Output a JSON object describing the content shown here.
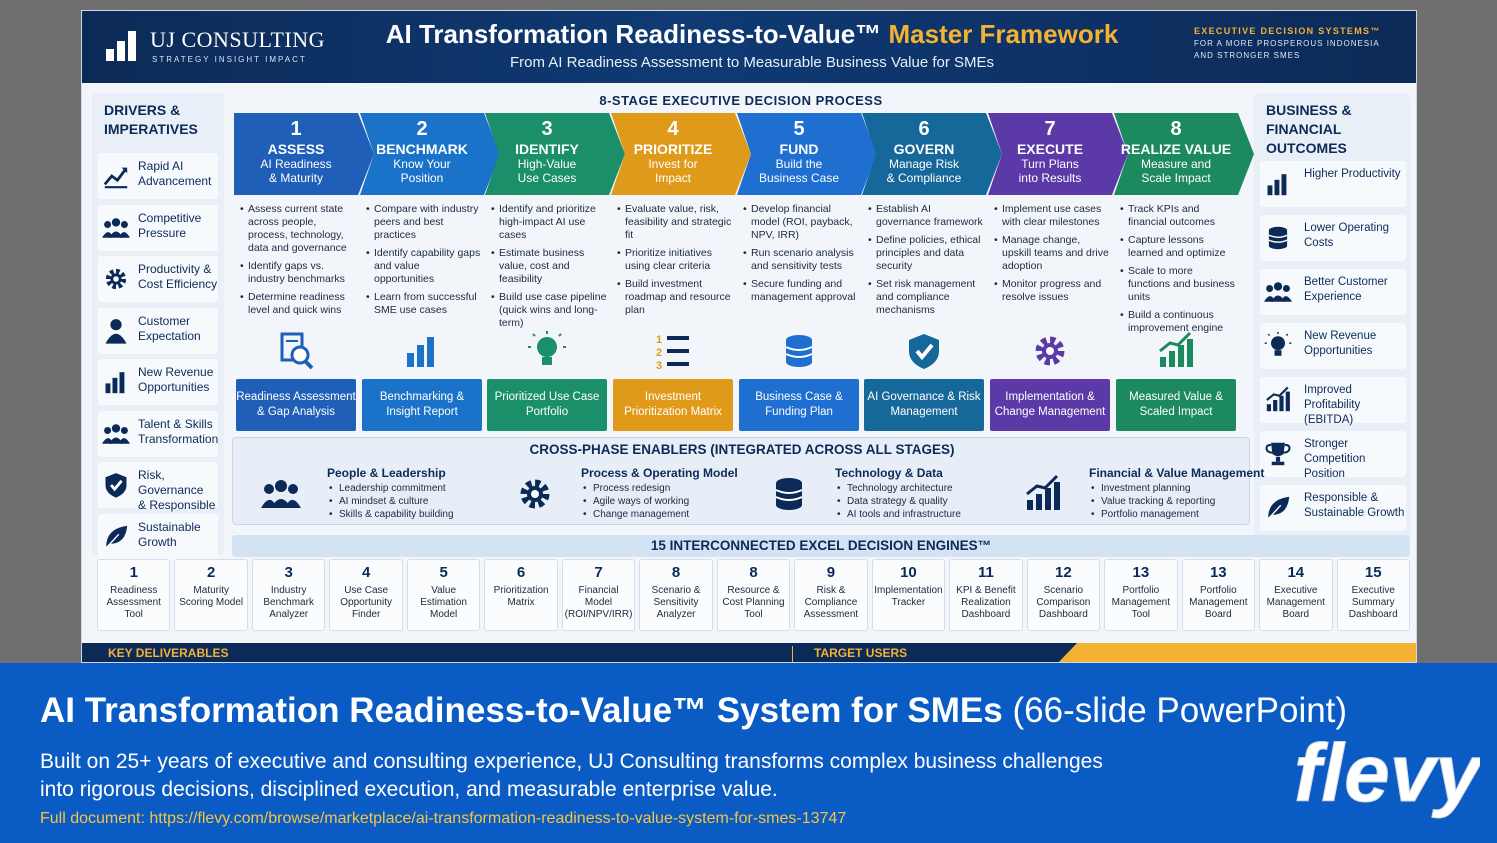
{
  "header": {
    "logo_name": "UJ CONSULTING",
    "logo_tagline": "STRATEGY   INSIGHT   IMPACT",
    "title_main": "AI Transformation Readiness-to-Value™",
    "title_accent": "Master Framework",
    "subtitle": "From AI Readiness Assessment to Measurable Business Value for SMEs",
    "right_line1": "EXECUTIVE DECISION SYSTEMS™",
    "right_line2": "FOR A MORE PROSPEROUS INDONESIA",
    "right_line3": "AND STRONGER SMES"
  },
  "drivers": {
    "title_line1": "DRIVERS &",
    "title_line2": "IMPERATIVES",
    "items": [
      {
        "l1": "Rapid AI",
        "l2": "Advancement",
        "icon": "trend-up-icon"
      },
      {
        "l1": "Competitive",
        "l2": "Pressure",
        "icon": "people-icon"
      },
      {
        "l1": "Productivity &",
        "l2": "Cost Efficiency",
        "icon": "gear-icon"
      },
      {
        "l1": "Customer",
        "l2": "Expectation",
        "icon": "person-icon"
      },
      {
        "l1": "New Revenue",
        "l2": "Opportunities",
        "icon": "bar-chart-icon"
      },
      {
        "l1": "Talent & Skills",
        "l2": "Transformation",
        "icon": "team-icon"
      },
      {
        "l1": "Risk, Governance",
        "l2": "& Responsible AI",
        "icon": "shield-icon"
      },
      {
        "l1": "Sustainable",
        "l2": "Growth",
        "icon": "leaf-icon"
      }
    ]
  },
  "outcomes": {
    "title_line1": "BUSINESS &",
    "title_line2": "FINANCIAL OUTCOMES",
    "items": [
      {
        "l1": "Higher Productivity",
        "l2": "",
        "icon": "bar-chart-icon"
      },
      {
        "l1": "Lower Operating Costs",
        "l2": "",
        "icon": "coins-icon"
      },
      {
        "l1": "Better Customer",
        "l2": "Experience",
        "icon": "team-icon"
      },
      {
        "l1": "New Revenue",
        "l2": "Opportunities",
        "icon": "lightbulb-icon"
      },
      {
        "l1": "Improved Profitability",
        "l2": "(EBITDA)",
        "icon": "growth-chart-icon"
      },
      {
        "l1": "Stronger Competition",
        "l2": "Position",
        "icon": "trophy-icon"
      },
      {
        "l1": "Responsible &",
        "l2": "Sustainable Growth",
        "icon": "leaf-icon"
      }
    ]
  },
  "process": {
    "title": "8-STAGE EXECUTIVE DECISION PROCESS",
    "stages": [
      {
        "num": "1",
        "name": "ASSESS",
        "d1": "AI Readiness",
        "d2": "& Maturity",
        "color": "#1f5fb8",
        "bullets": [
          "Assess current state across people, process, technology, data and governance",
          "Identify gaps vs. industry benchmarks",
          "Determine readiness level and quick wins"
        ],
        "icon": "magnifier-report-icon",
        "deliverable": "Readiness Assessment & Gap Analysis"
      },
      {
        "num": "2",
        "name": "BENCHMARK",
        "d1": "Know Your",
        "d2": "Position",
        "color": "#1a73c9",
        "bullets": [
          "Compare with industry peers and best practices",
          "Identify capability gaps and value opportunities",
          "Learn from successful SME use cases"
        ],
        "icon": "bar-chart-icon",
        "deliverable": "Benchmarking & Insight Report"
      },
      {
        "num": "3",
        "name": "IDENTIFY",
        "d1": "High-Value",
        "d2": "Use Cases",
        "color": "#1a8f6a",
        "bullets": [
          "Identify and prioritize high-impact AI use cases",
          "Estimate business value, cost and feasibility",
          "Build use case pipeline (quick wins and long-term)"
        ],
        "icon": "lightbulb-icon",
        "deliverable": "Prioritized Use Case Portfolio"
      },
      {
        "num": "4",
        "name": "PRIORITIZE",
        "d1": "Invest for",
        "d2": "Impact",
        "color": "#e09a1a",
        "bullets": [
          "Evaluate value, risk, feasibility and strategic fit",
          "Prioritize initiatives using clear criteria",
          "Build investment roadmap and resource plan"
        ],
        "icon": "numbered-list-icon",
        "deliverable": "Investment Prioritization Matrix"
      },
      {
        "num": "5",
        "name": "FUND",
        "d1": "Build the",
        "d2": "Business Case",
        "color": "#1f6fd1",
        "bullets": [
          "Develop financial model (ROI, payback, NPV, IRR)",
          "Run scenario analysis and sensitivity tests",
          "Secure funding and management approval"
        ],
        "icon": "coins-icon",
        "deliverable": "Business Case & Funding Plan"
      },
      {
        "num": "6",
        "name": "GOVERN",
        "d1": "Manage Risk",
        "d2": "& Compliance",
        "color": "#17689a",
        "bullets": [
          "Establish AI governance framework",
          "Define policies, ethical principles and data security",
          "Set risk management and compliance mechanisms"
        ],
        "icon": "shield-check-icon",
        "deliverable": "AI Governance & Risk Management"
      },
      {
        "num": "7",
        "name": "EXECUTE",
        "d1": "Turn Plans",
        "d2": "into Results",
        "color": "#5b3aa8",
        "bullets": [
          "Implement use cases with clear milestones",
          "Manage change, upskill teams and drive adoption",
          "Monitor progress and resolve issues"
        ],
        "icon": "gear-icon",
        "deliverable": "Implementation & Change Management"
      },
      {
        "num": "8",
        "name": "REALIZE VALUE",
        "d1": "Measure and",
        "d2": "Scale Impact",
        "color": "#1c8a5e",
        "bullets": [
          "Track KPIs and financial outcomes",
          "Capture lessons learned and optimize",
          "Scale to more functions and business units",
          "Build a continuous improvement engine"
        ],
        "icon": "growth-chart-icon",
        "deliverable": "Measured Value & Scaled Impact"
      }
    ]
  },
  "enablers": {
    "title": "CROSS-PHASE ENABLERS (INTEGRATED ACROSS ALL STAGES)",
    "items": [
      {
        "head": "People & Leadership",
        "icon": "team-icon",
        "list": [
          "Leadership commitment",
          "AI mindset & culture",
          "Skills & capability building"
        ]
      },
      {
        "head": "Process & Operating Model",
        "icon": "gears-icon",
        "list": [
          "Process redesign",
          "Agile ways of working",
          "Change management"
        ]
      },
      {
        "head": "Technology & Data",
        "icon": "database-icon",
        "list": [
          "Technology architecture",
          "Data strategy & quality",
          "AI tools and infrastructure"
        ]
      },
      {
        "head": "Financial & Value Management",
        "icon": "growth-chart-icon",
        "list": [
          "Investment planning",
          "Value tracking & reporting",
          "Portfolio management"
        ]
      }
    ]
  },
  "engines": {
    "title": "15 INTERCONNECTED EXCEL DECISION ENGINES™",
    "items": [
      {
        "num": "1",
        "label": "Readiness Assessment Tool"
      },
      {
        "num": "2",
        "label": "Maturity Scoring Model"
      },
      {
        "num": "3",
        "label": "Industry Benchmark Analyzer"
      },
      {
        "num": "4",
        "label": "Use Case Opportunity Finder"
      },
      {
        "num": "5",
        "label": "Value Estimation Model"
      },
      {
        "num": "6",
        "label": "Prioritization Matrix"
      },
      {
        "num": "7",
        "label": "Financial Model (ROI/NPV/IRR)"
      },
      {
        "num": "8",
        "label": "Scenario & Sensitivity Analyzer"
      },
      {
        "num": "8",
        "label": "Resource & Cost Planning Tool"
      },
      {
        "num": "9",
        "label": "Risk & Compliance Assessment"
      },
      {
        "num": "10",
        "label": "Implementation Tracker"
      },
      {
        "num": "11",
        "label": "KPI & Benefit Realization Dashboard"
      },
      {
        "num": "12",
        "label": "Scenario Comparison Dashboard"
      },
      {
        "num": "13",
        "label": "Portfolio Management Tool"
      },
      {
        "num": "13",
        "label": "Portfolio Management Board"
      },
      {
        "num": "14",
        "label": "Executive Management Board"
      },
      {
        "num": "15",
        "label": "Executive Summary Dashboard"
      }
    ]
  },
  "bottom": {
    "key_deliverables": "KEY DELIVERABLES",
    "target_users": "TARGET USERS"
  },
  "banner": {
    "title_bold": "AI Transformation Readiness-to-Value™ System for SMEs",
    "title_light": " (66-slide PowerPoint)",
    "desc": "Built on 25+ years of executive and consulting experience, UJ Consulting transforms complex business challenges into rigorous decisions, disciplined execution, and measurable enterprise value.",
    "link": "Full document: https://flevy.com/browse/marketplace/ai-transformation-readiness-to-value-system-for-smes-13747",
    "brand": "flevy"
  },
  "colors": {
    "navy": "#0c2a57",
    "gold": "#f4b234",
    "banner_blue": "#0a5bc4"
  }
}
